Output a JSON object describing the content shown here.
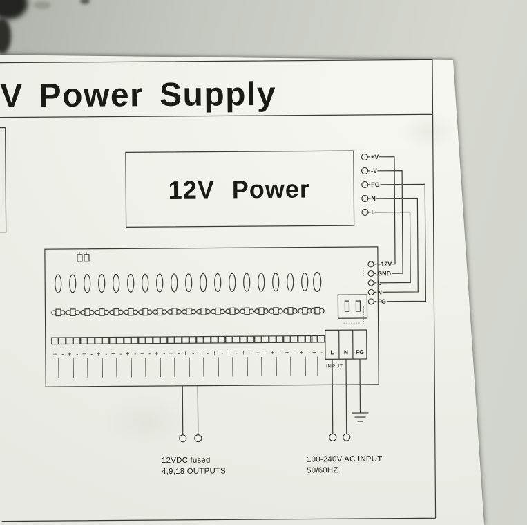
{
  "title": "V Power Supply",
  "power_box": {
    "label": "12V Power"
  },
  "psu_terminals": [
    "+V",
    "-V",
    "FG",
    "N",
    "L"
  ],
  "board_terminals": [
    "+12V",
    "GND",
    "L",
    "N",
    "FG"
  ],
  "distribution_block": {
    "output_pairs": 19,
    "plus": "+",
    "minus": "-"
  },
  "ac_input_block": {
    "terminals": [
      "L",
      "N",
      "FG"
    ],
    "label": "INPUT"
  },
  "captions": {
    "dc_output_line1": "12VDC fused",
    "dc_output_line2": "4,9,18 OUTPUTS",
    "ac_input_line1": "100-240V AC INPUT",
    "ac_input_line2": "50/60HZ"
  },
  "colors": {
    "ink": "#3b3b36",
    "paper": "#f1f1ea",
    "wall": "#c9ccc5"
  }
}
